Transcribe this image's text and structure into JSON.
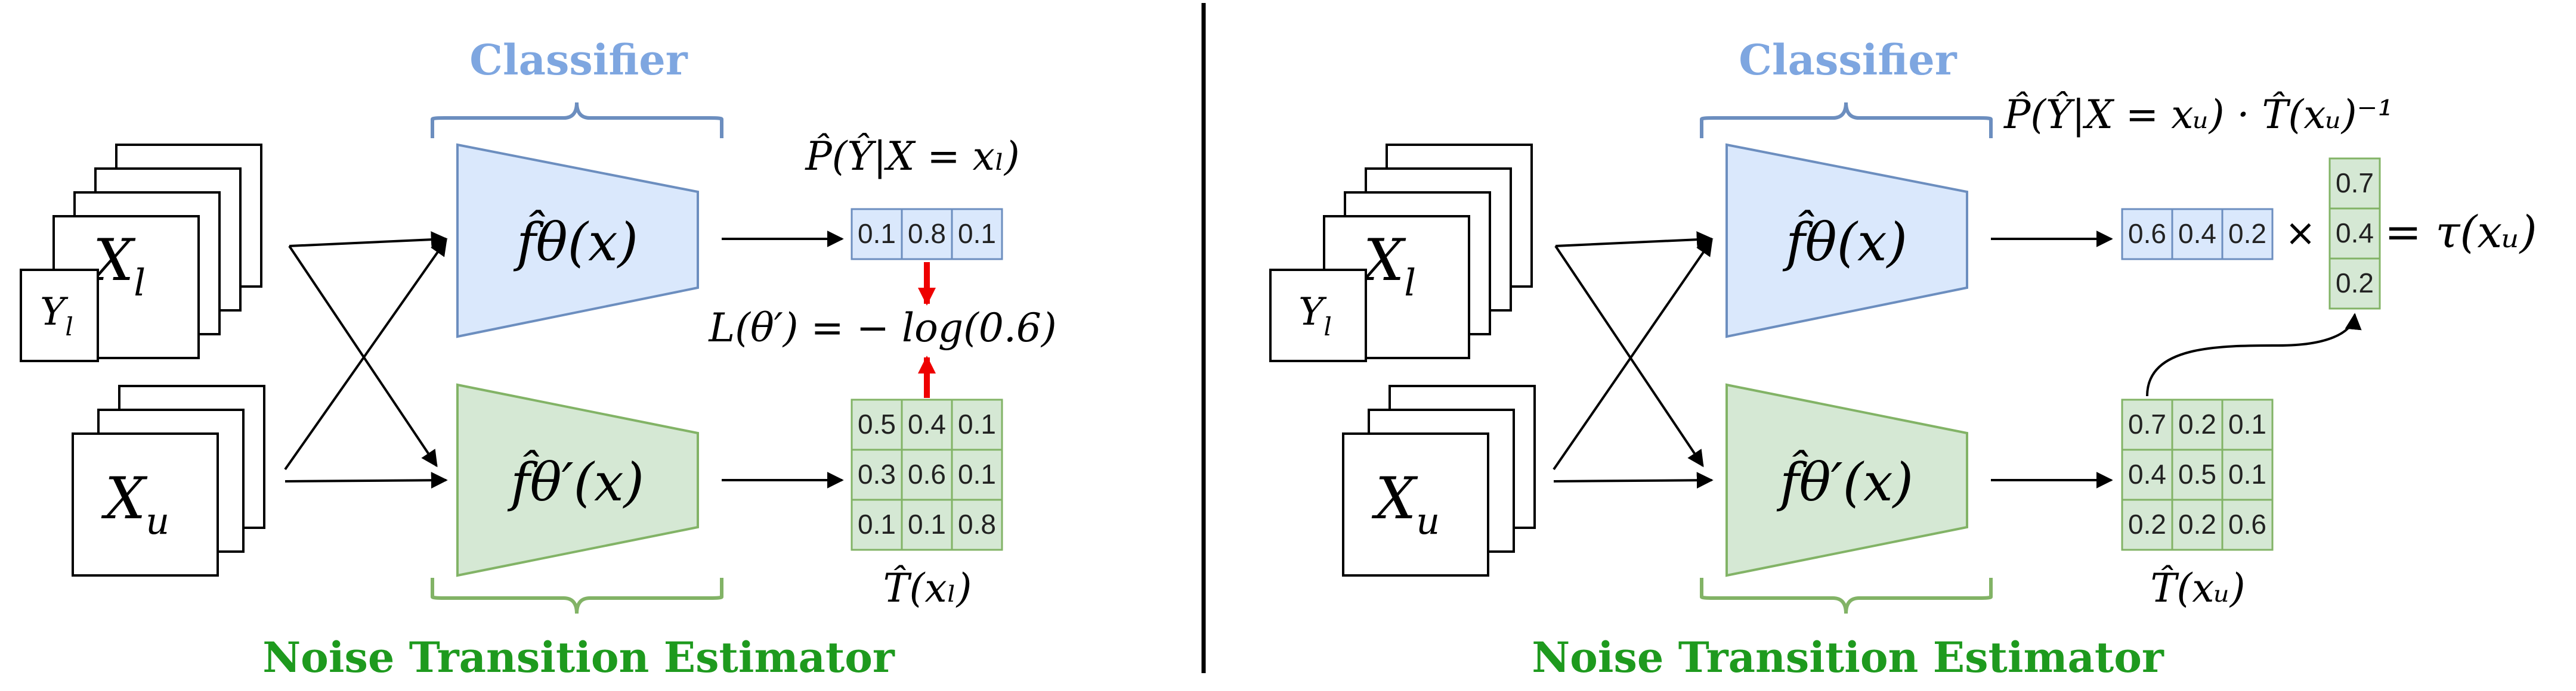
{
  "left": {
    "classifier_title": "Classifier",
    "nte_title": "Noise Transition Estimator",
    "data_labeled": "X",
    "data_labeled_sub": "l",
    "label_labeled": "Y",
    "label_labeled_sub": "l",
    "data_unlabeled": "X",
    "data_unlabeled_sub": "u",
    "classifier_model": "f̂θ(x)",
    "nte_model": "f̂θ′(x)",
    "posterior_label": "P̂(Ŷ|X = xₗ)",
    "posterior_values": [
      "0.1",
      "0.8",
      "0.1"
    ],
    "loss_label": "L(θ′) = − log(0.6)",
    "matrix_label": "T̂(xₗ)",
    "matrix_values": [
      [
        "0.5",
        "0.4",
        "0.1"
      ],
      [
        "0.3",
        "0.6",
        "0.1"
      ],
      [
        "0.1",
        "0.1",
        "0.8"
      ]
    ]
  },
  "right": {
    "classifier_title": "Classifier",
    "nte_title": "Noise Transition Estimator",
    "data_labeled": "X",
    "data_labeled_sub": "l",
    "label_labeled": "Y",
    "label_labeled_sub": "l",
    "data_unlabeled": "X",
    "data_unlabeled_sub": "u",
    "classifier_model": "f̂θ(x)",
    "nte_model": "f̂θ′(x)",
    "formula_label": "P̂(Ŷ|X = xᵤ) · T̂(xᵤ)⁻¹",
    "posterior_values": [
      "0.6",
      "0.4",
      "0.2"
    ],
    "times": "×",
    "result_values": [
      "0.7",
      "0.4",
      "0.2"
    ],
    "equals_label": "= τ(xᵤ)",
    "matrix_label": "T̂(xᵤ)",
    "matrix_values": [
      [
        "0.7",
        "0.2",
        "0.1"
      ],
      [
        "0.4",
        "0.5",
        "0.1"
      ],
      [
        "0.2",
        "0.2",
        "0.6"
      ]
    ]
  },
  "colors": {
    "classifier_fill": "#dae8fc",
    "classifier_stroke": "#6c8ebf",
    "classifier_title": "#7ea6e0",
    "nte_fill": "#d5e8d4",
    "nte_stroke": "#82b366",
    "nte_title": "#1e9a1e",
    "loss_arrow": "#ee0000"
  }
}
